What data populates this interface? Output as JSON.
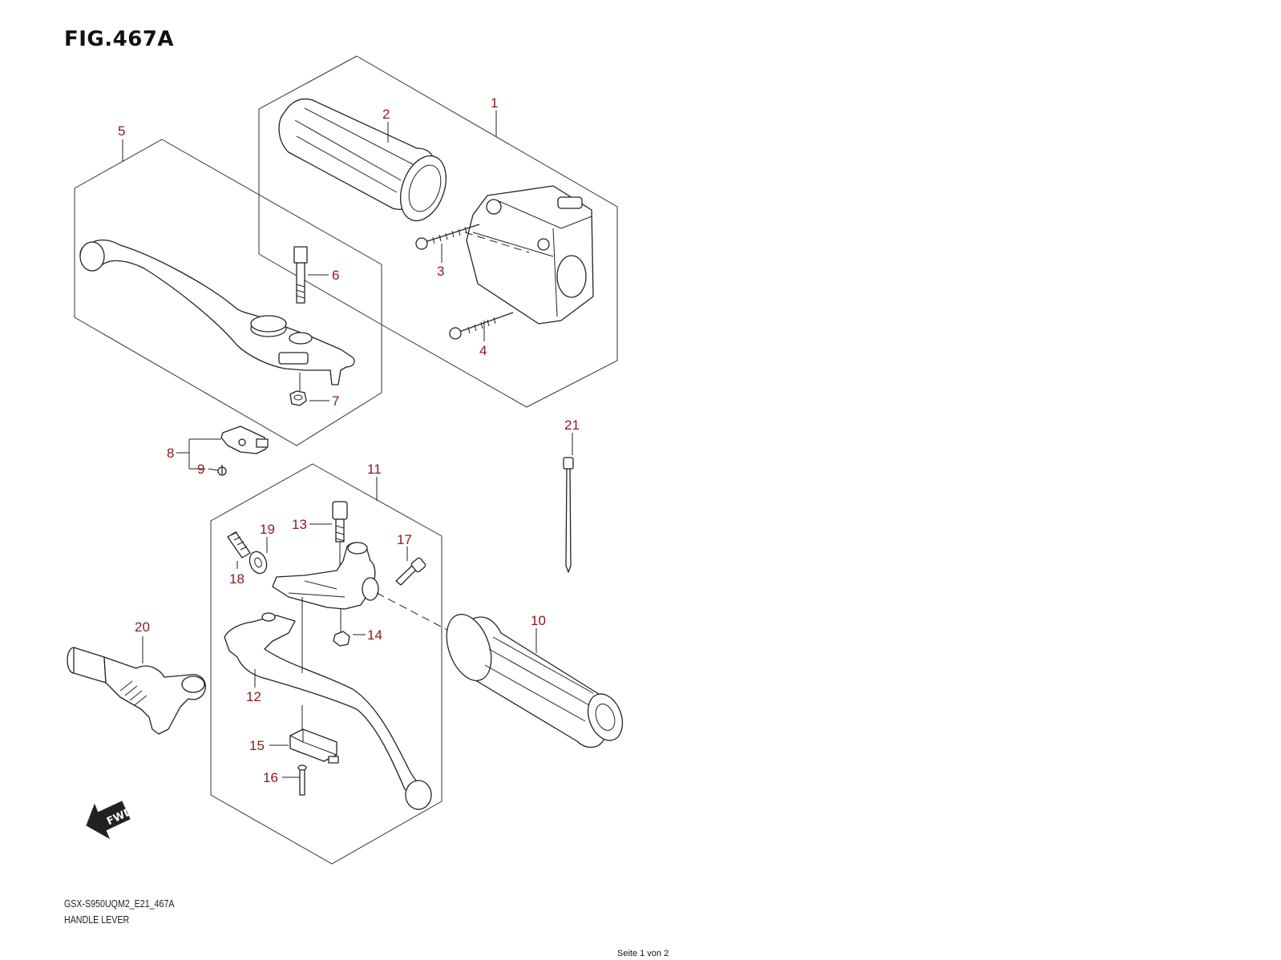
{
  "figure": {
    "title": "FIG.467A",
    "model_code": "GSX-S950UQM2_E21_467A",
    "name": "HANDLE LEVER"
  },
  "page": {
    "indicator": "Seite 1 von 2"
  },
  "direction_marker": {
    "label": "FWD",
    "icon": "fwd-arrow-icon"
  },
  "callouts": {
    "c1": "1",
    "c2": "2",
    "c3": "3",
    "c4": "4",
    "c5": "5",
    "c6": "6",
    "c7": "7",
    "c8": "8",
    "c9": "9",
    "c10": "10",
    "c11": "11",
    "c12": "12",
    "c13": "13",
    "c14": "14",
    "c15": "15",
    "c16": "16",
    "c17": "17",
    "c18": "18",
    "c19": "19",
    "c20": "20",
    "c21": "21"
  },
  "colors": {
    "callout": "#8b1a1a",
    "line": "#222222",
    "background": "#ffffff"
  }
}
